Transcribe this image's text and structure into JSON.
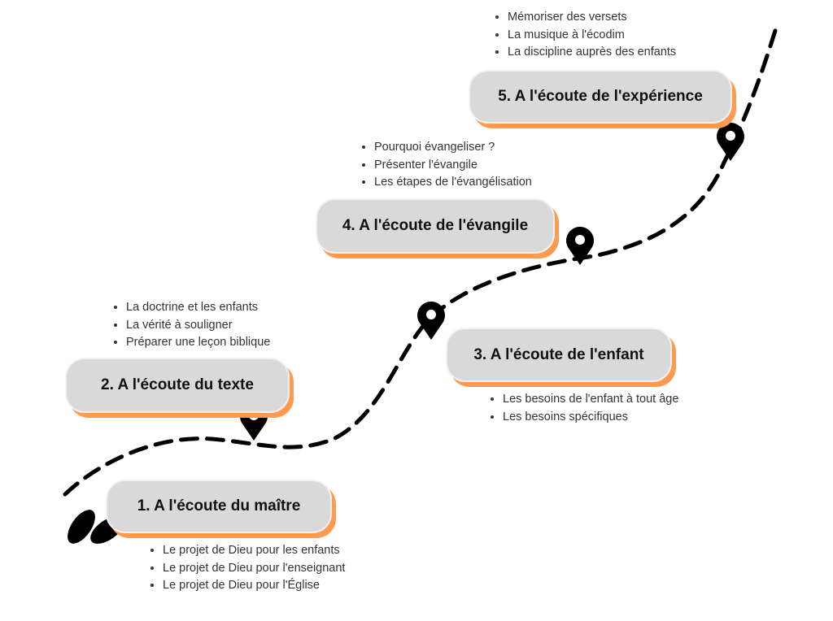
{
  "steps": [
    {
      "title": "1. A l'écoute du maître",
      "items": [
        "Le projet de Dieu pour les enfants",
        "Le projet de Dieu pour l'enseignant",
        "Le projet de Dieu pour l'Église"
      ]
    },
    {
      "title": "2. A l'écoute du texte",
      "items": [
        "La doctrine et les enfants",
        "La vérité à souligner",
        "Préparer une leçon biblique"
      ]
    },
    {
      "title": "3. A l'écoute de l'enfant",
      "items": [
        "Les besoins de l'enfant à tout âge",
        "Les besoins spécifiques"
      ]
    },
    {
      "title": "4. A l'écoute de l'évangile",
      "items": [
        "Pourquoi évangeliser ?",
        "Présenter l'évangile",
        "Les étapes de l'évangélisation"
      ]
    },
    {
      "title": "5. A l'écoute de l'expérience",
      "items": [
        "Mémoriser des versets",
        "La musique à l'écodim",
        "La discipline auprès des enfants"
      ]
    }
  ],
  "colors": {
    "box": "#d9d9d9",
    "shadow": "#ff9a4f"
  }
}
